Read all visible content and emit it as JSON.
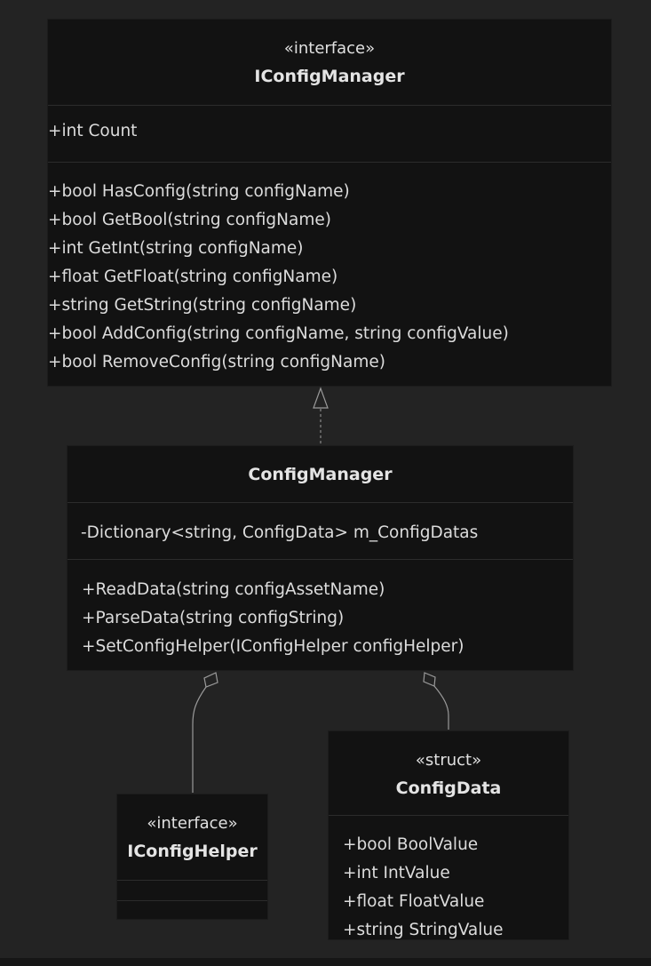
{
  "diagram": {
    "iconfig_manager": {
      "stereotype": "«interface»",
      "name": "IConfigManager",
      "attributes": [
        "+int Count"
      ],
      "methods": [
        "+bool HasConfig(string configName)",
        "+bool GetBool(string configName)",
        "+int GetInt(string configName)",
        "+float GetFloat(string configName)",
        "+string GetString(string configName)",
        "+bool AddConfig(string configName, string configValue)",
        "+bool RemoveConfig(string configName)"
      ]
    },
    "config_manager": {
      "name": "ConfigManager",
      "attributes": [
        "-Dictionary<string, ConfigData> m_ConfigDatas"
      ],
      "methods": [
        "+ReadData(string configAssetName)",
        "+ParseData(string configString)",
        "+SetConfigHelper(IConfigHelper configHelper)"
      ]
    },
    "iconfig_helper": {
      "stereotype": "«interface»",
      "name": "IConfigHelper"
    },
    "config_data": {
      "stereotype": "«struct»",
      "name": "ConfigData",
      "attributes": [
        "+bool BoolValue",
        "+int IntValue",
        "+float FloatValue",
        "+string StringValue"
      ]
    }
  }
}
